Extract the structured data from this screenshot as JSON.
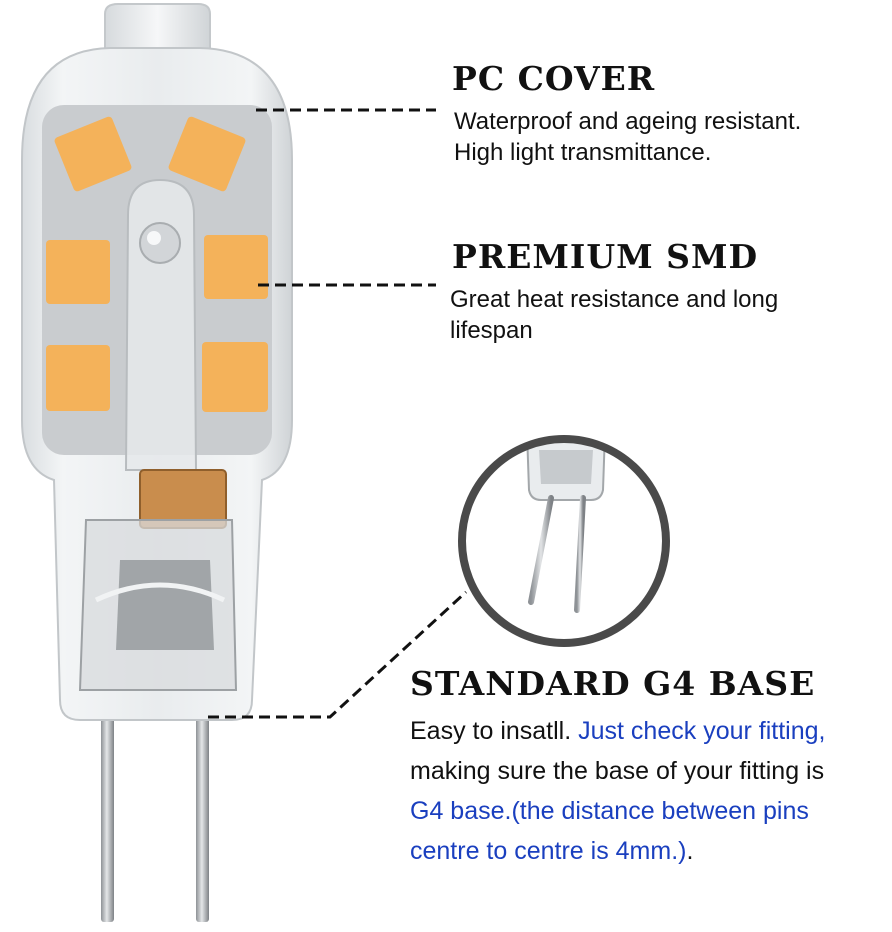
{
  "features": [
    {
      "title": "PC COVER",
      "lines": [
        "Waterproof and ageing resistant.",
        "High light transmittance."
      ]
    },
    {
      "title": "PREMIUM SMD",
      "lines": [
        "Great heat resistance and long",
        "lifespan"
      ]
    },
    {
      "title": "STANDARD G4 BASE",
      "line1_black": "Easy to insatll. ",
      "line1_blue": "Just check your fitting,",
      "line2_black": "making sure the base of your fitting is",
      "line3_blue": "G4 base.(the distance between pins",
      "line4_blue": "centre to centre is 4mm.)",
      "line4_end": "."
    }
  ],
  "colors": {
    "heading": "#111111",
    "highlight_text": "#1a3fbf",
    "led_chip": "#f4b25a",
    "led_board": "#c9cccf",
    "pin": "#a8acaf"
  }
}
